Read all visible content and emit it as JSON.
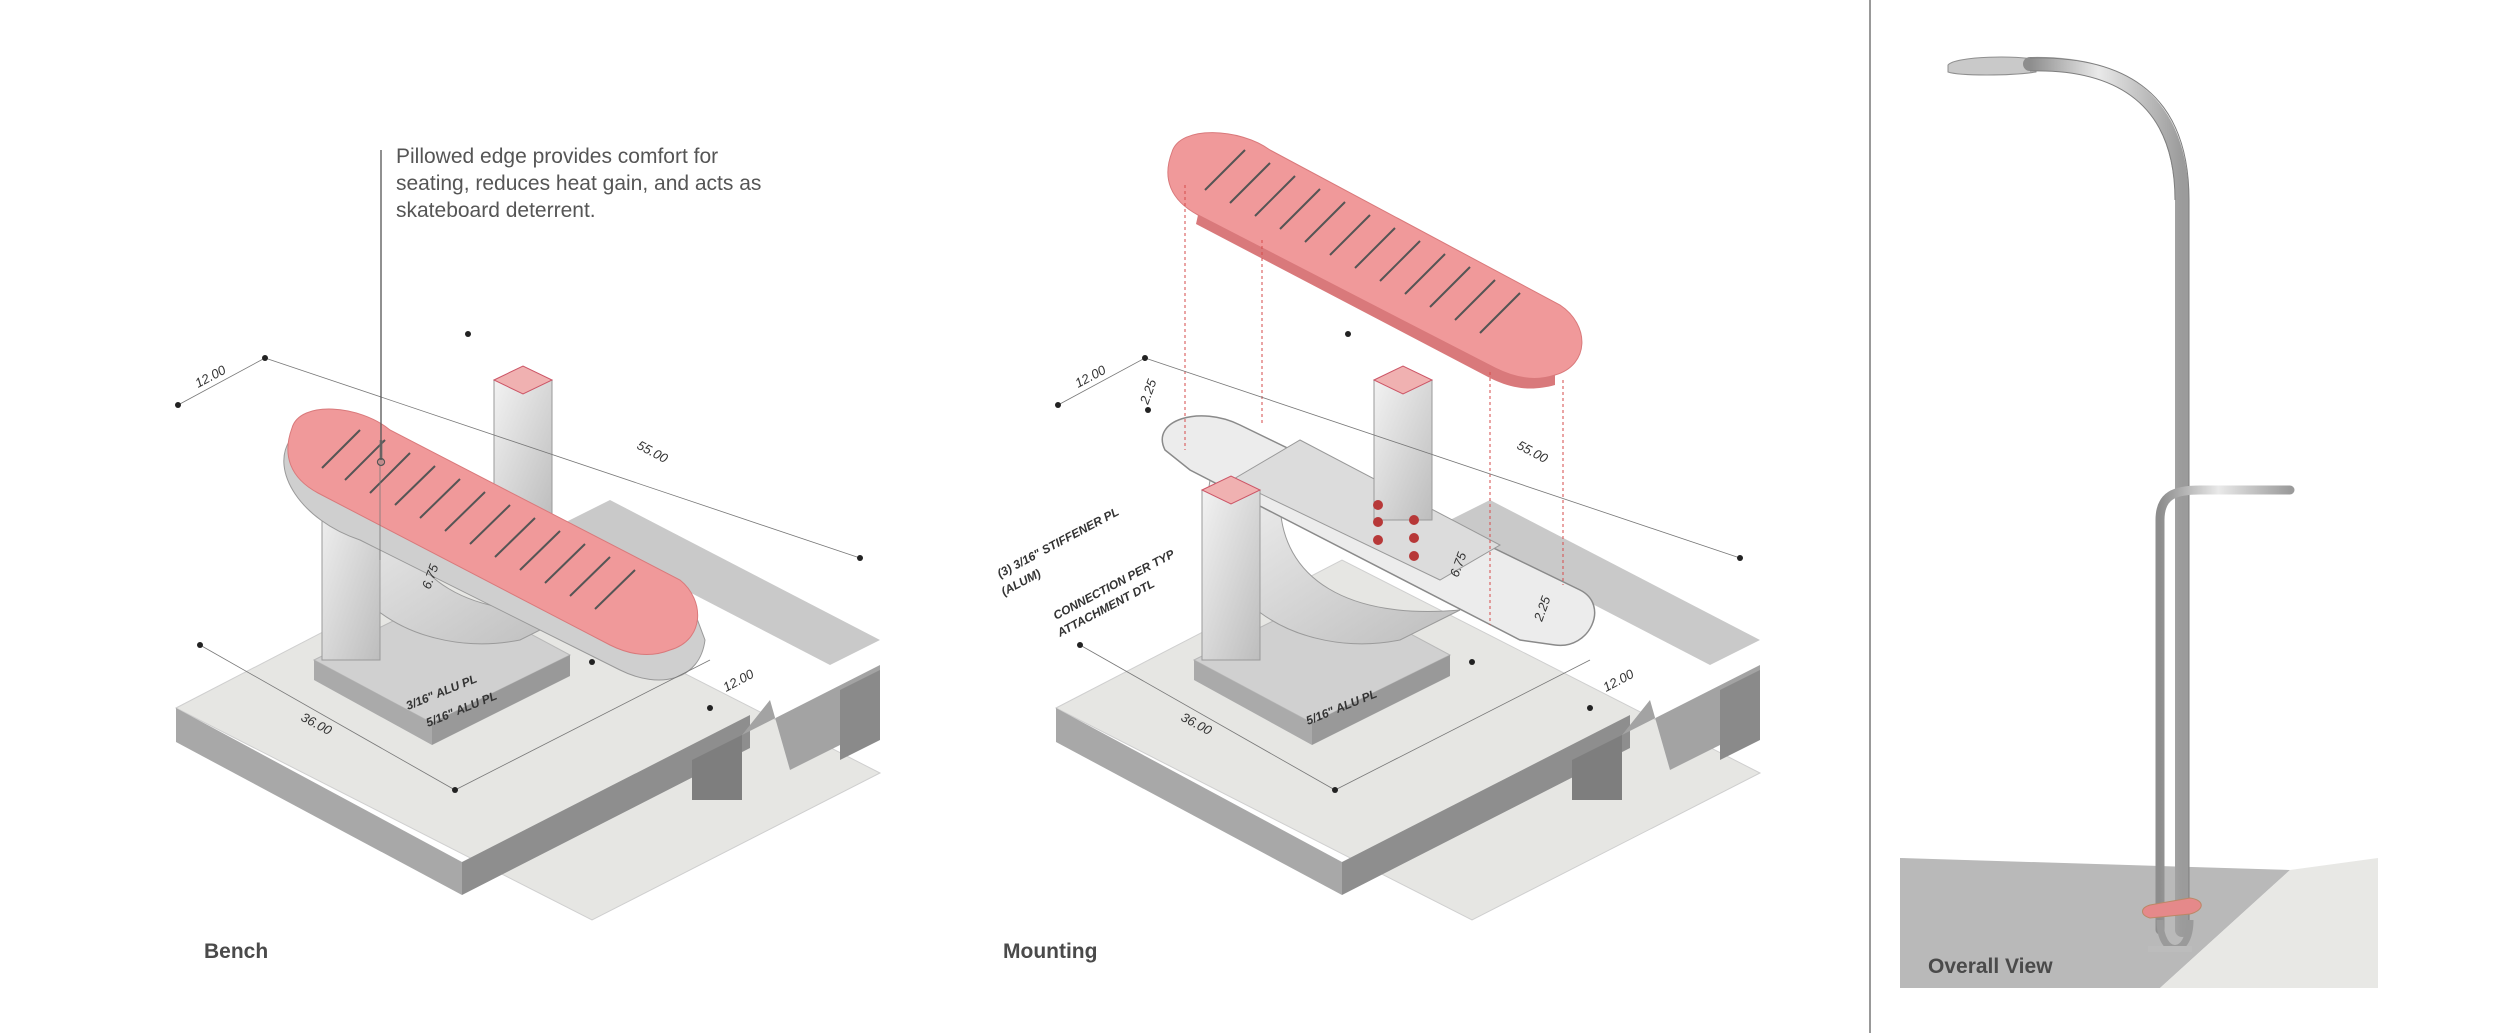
{
  "annotation": {
    "note_line1": "Pillowed edge provides comfort for",
    "note_line2": "seating, reduces heat gain, and acts as",
    "note_line3": "skateboard deterrent."
  },
  "panels": {
    "bench": {
      "caption": "Bench",
      "dims": {
        "d1": "12.00",
        "d2": "55.00",
        "d3": "6.75",
        "d4": "36.00",
        "d5": "12.00"
      },
      "labels": {
        "alu_316": "3/16\" ALU PL",
        "alu_516": "5/16\" ALU PL"
      }
    },
    "mounting": {
      "caption": "Mounting",
      "dims": {
        "d1": "12.00",
        "d2": "2.25",
        "d3": "55.00",
        "d4": "6.75",
        "d5": "2.25",
        "d6": "36.00",
        "d7": "12.00"
      },
      "labels": {
        "stiffener_1": "(3) 3/16\" STIFFENER PL",
        "stiffener_2": "(ALUM)",
        "connection_1": "CONNECTION PER TYP",
        "connection_2": "ATTACHMENT DTL",
        "alu_516": "5/16\" ALU PL"
      }
    },
    "overall": {
      "caption": "Overall View"
    }
  },
  "colors": {
    "seat_pink": "#f0999a",
    "seat_edge": "#d9797b",
    "aluminum": "#d8d8d8",
    "concrete_top": "#e6e6e3",
    "concrete_side": "#9a9a9a",
    "divider": "#999999"
  }
}
